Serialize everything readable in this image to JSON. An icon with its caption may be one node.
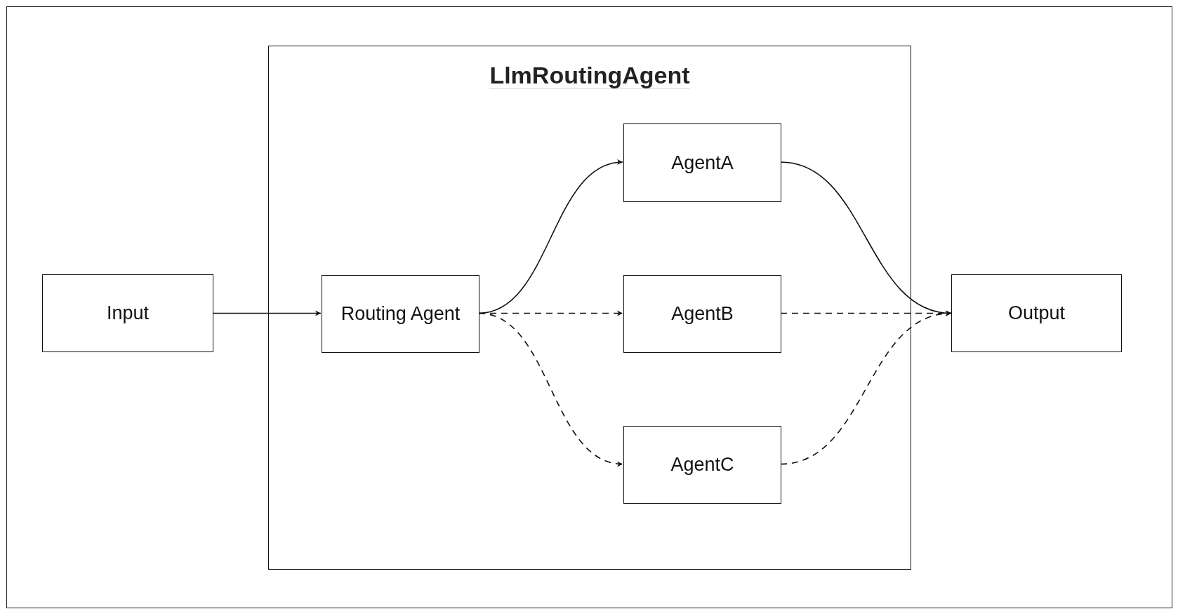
{
  "diagram": {
    "nodes": [
      {
        "text": [
          "Input"
        ]
      },
      {
        "text": [
          "LlmRoutingAgent"
        ]
      },
      {
        "text": [
          "Routing Agent"
        ],
        "in": 1
      },
      {
        "text": [
          "AgentA"
        ],
        "in": 1
      },
      {
        "text": [
          "AgentB"
        ],
        "in": 1
      },
      {
        "text": [
          "AgentC"
        ],
        "in": 1
      },
      {
        "text": [
          "Output"
        ]
      }
    ],
    "edges": [
      {
        "from": 0,
        "to": 2,
        "arrow": "to"
      },
      {
        "from": 2,
        "to": 3,
        "arrow": "to"
      },
      {
        "from": 2,
        "to": 4,
        "arrow": "to",
        "style": "dashed"
      },
      {
        "from": 2,
        "to": 5,
        "arrow": "to",
        "style": "dashed"
      },
      {
        "from": 3,
        "to": 6,
        "arrow": "to"
      },
      {
        "from": 4,
        "to": 6,
        "arrow": "to",
        "style": "dashed"
      },
      {
        "from": 5,
        "to": 6,
        "arrow": "to",
        "style": "dashed"
      }
    ]
  }
}
